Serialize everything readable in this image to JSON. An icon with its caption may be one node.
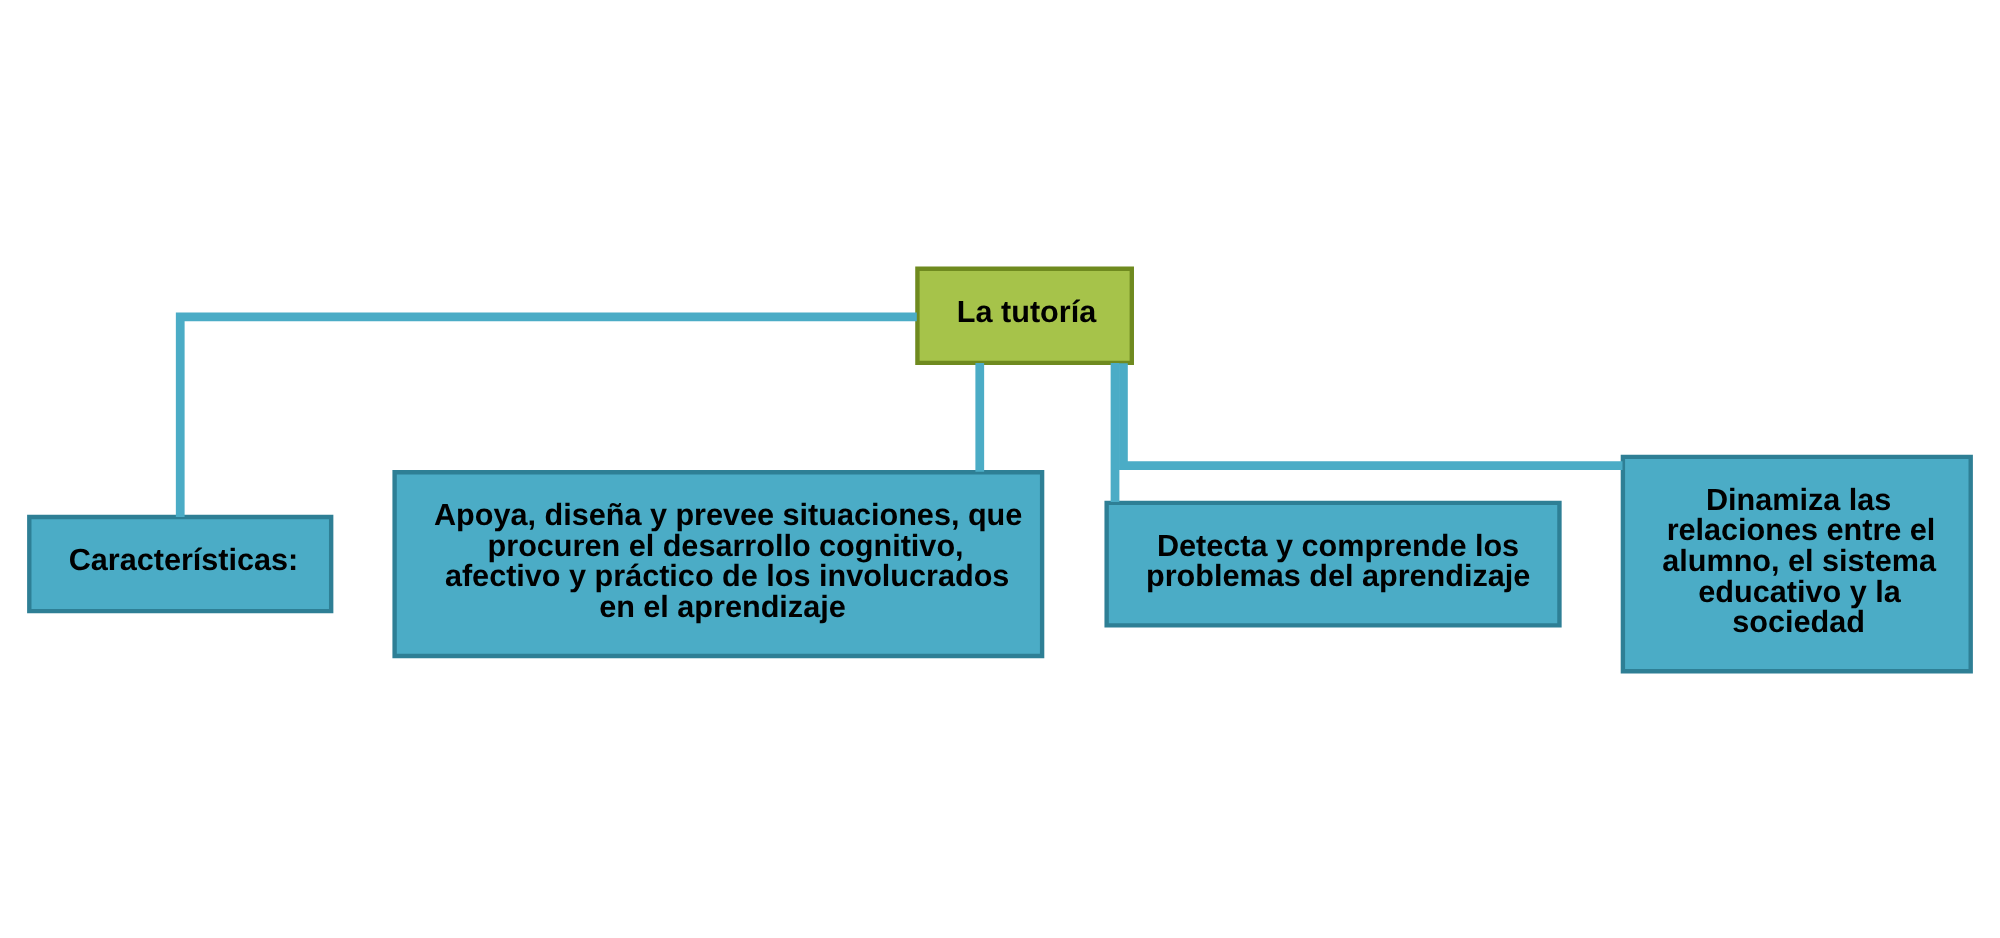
{
  "diagram": {
    "nodes": [
      {
        "text": [
          "La tutoría"
        ]
      },
      {
        "text": [
          "Características:"
        ]
      },
      {
        "text": [
          "Apoya, diseña y prevee situaciones, que procuren el desarrollo cognitivo, afectivo y práctico de los involucrados en el aprendizaje"
        ]
      },
      {
        "text": [
          "Detecta y comprende los problemas del aprendizaje"
        ]
      },
      {
        "text": [
          "Dinamiza las relaciones entre el alumno, el sistema educativo y la sociedad"
        ]
      }
    ],
    "edges": [
      {
        "from": 0,
        "to": 1,
        "arrow": "none"
      },
      {
        "from": 0,
        "to": 2,
        "arrow": "none"
      },
      {
        "from": 0,
        "to": 3,
        "arrow": "none"
      },
      {
        "from": 0,
        "to": 4,
        "arrow": "none"
      }
    ]
  }
}
